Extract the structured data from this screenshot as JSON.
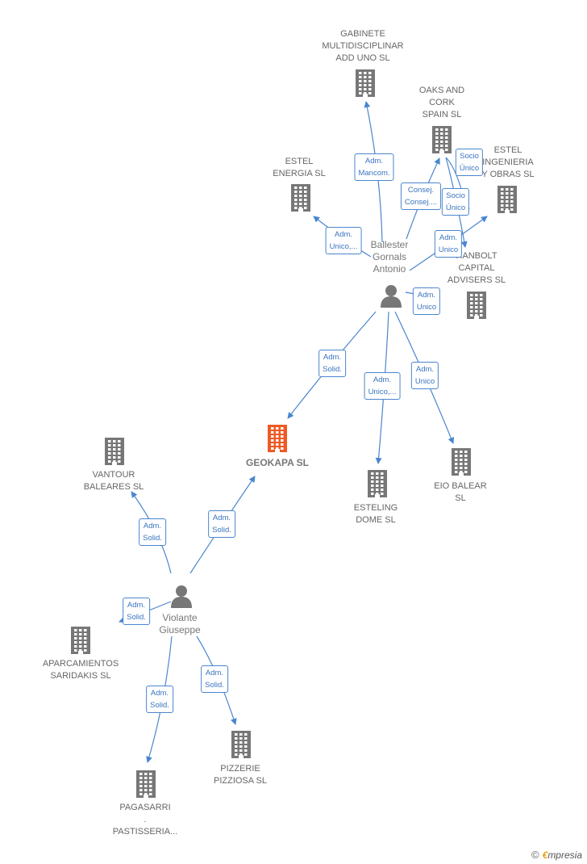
{
  "colors": {
    "edge": "#4a86cf",
    "building": "#777777",
    "focus_building": "#ee5a24",
    "person": "#777777"
  },
  "nodes": [
    {
      "id": "geokapa",
      "type": "building",
      "focus": true,
      "label": "GEOKAPA  SL"
    },
    {
      "id": "ballester",
      "type": "person",
      "label": "Ballester\nGornals\nAntonio"
    },
    {
      "id": "violante",
      "type": "person",
      "label": "Violante\nGiuseppe"
    },
    {
      "id": "gabinete",
      "type": "building",
      "label": "GABINETE\nMULTIDISCIPLINAR\nADD UNO  SL"
    },
    {
      "id": "oaks",
      "type": "building",
      "label": "OAKS AND\nCORK\nSPAIN  SL"
    },
    {
      "id": "estel_energia",
      "type": "building",
      "label": "ESTEL\nENERGIA  SL"
    },
    {
      "id": "estel_ingenieria",
      "type": "building",
      "label": "ESTEL\nINGENIERIA\nY OBRAS SL"
    },
    {
      "id": "hanbolt",
      "type": "building",
      "label": "HANBOLT\nCAPITAL\nADVISERS  SL"
    },
    {
      "id": "esteling",
      "type": "building",
      "label": "ESTELING\nDOME  SL"
    },
    {
      "id": "eio",
      "type": "building",
      "label": "EIO BALEAR\nSL"
    },
    {
      "id": "vantour",
      "type": "building",
      "label": "VANTOUR\nBALEARES  SL"
    },
    {
      "id": "aparcamientos",
      "type": "building",
      "label": "APARCAMIENTOS\nSARIDAKIS  SL"
    },
    {
      "id": "pizzerie",
      "type": "building",
      "label": "PIZZERIE\nPIZZIOSA  SL"
    },
    {
      "id": "pagasarri",
      "type": "building",
      "label": "PAGASARRI\n.\nPASTISSERIA..."
    }
  ],
  "edges": [
    {
      "from": "ballester",
      "to": "gabinete",
      "label": "Adm.\nMancom."
    },
    {
      "from": "ballester",
      "to": "oaks",
      "label": "Consej.\nConsej...."
    },
    {
      "from": "ballester",
      "to": "estel_energia",
      "label": "Adm.\nUnico,..."
    },
    {
      "from": "ballester",
      "to": "estel_ingenieria",
      "label": "Adm.\nUnico"
    },
    {
      "from": "oaks",
      "to": "hanbolt",
      "label": "Socio\nÚnico"
    },
    {
      "from": "oaks",
      "to": "hanbolt",
      "label": "Socio\nÚnico"
    },
    {
      "from": "ballester",
      "to": "hanbolt",
      "label": "Adm.\nUnico"
    },
    {
      "from": "ballester",
      "to": "geokapa",
      "label": "Adm.\nSolid."
    },
    {
      "from": "ballester",
      "to": "esteling",
      "label": "Adm.\nUnico,..."
    },
    {
      "from": "ballester",
      "to": "eio",
      "label": "Adm.\nUnico"
    },
    {
      "from": "violante",
      "to": "geokapa",
      "label": "Adm.\nSolid."
    },
    {
      "from": "violante",
      "to": "vantour",
      "label": "Adm.\nSolid."
    },
    {
      "from": "violante",
      "to": "aparcamientos",
      "label": "Adm.\nSolid."
    },
    {
      "from": "violante",
      "to": "pizzerie",
      "label": "Adm.\nSolid."
    },
    {
      "from": "violante",
      "to": "pagasarri",
      "label": "Adm.\nSolid."
    }
  ],
  "brand": {
    "copyright": "©",
    "first_letter": "€",
    "rest": "mpresia"
  }
}
